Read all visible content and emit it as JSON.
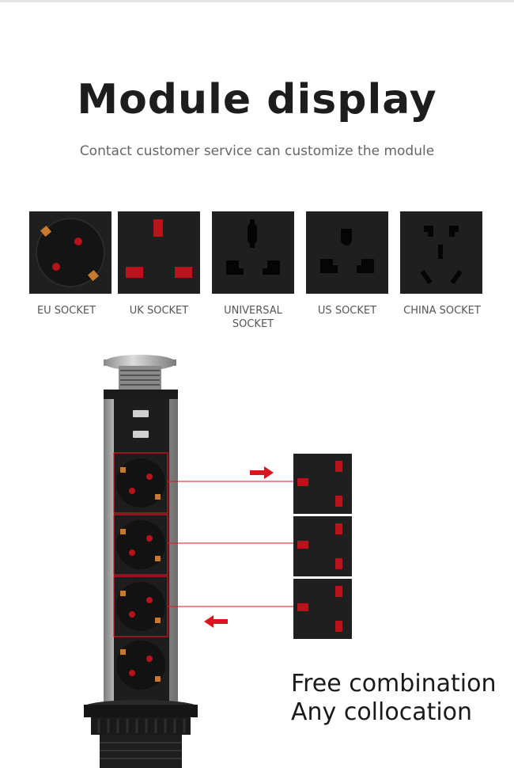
{
  "title": "Module display",
  "subtitle": "Contact customer service can customize the module",
  "modules": [
    {
      "label": "EU SOCKET",
      "icon": "eu-socket-icon"
    },
    {
      "label": "UK SOCKET",
      "icon": "uk-socket-icon"
    },
    {
      "label": "UNIVERSAL SOCKET",
      "icon": "universal-socket-icon"
    },
    {
      "label": "US SOCKET",
      "icon": "us-socket-icon"
    },
    {
      "label": "CHINA SOCKET",
      "icon": "china-socket-icon"
    }
  ],
  "tagline": {
    "line1": "Free combination",
    "line2": "Any collocation"
  },
  "colors": {
    "accent": "#d9161f",
    "panel": "#1f1f1f",
    "pin_orange": "#c8792e",
    "body_silver": "#b8b8b8"
  }
}
